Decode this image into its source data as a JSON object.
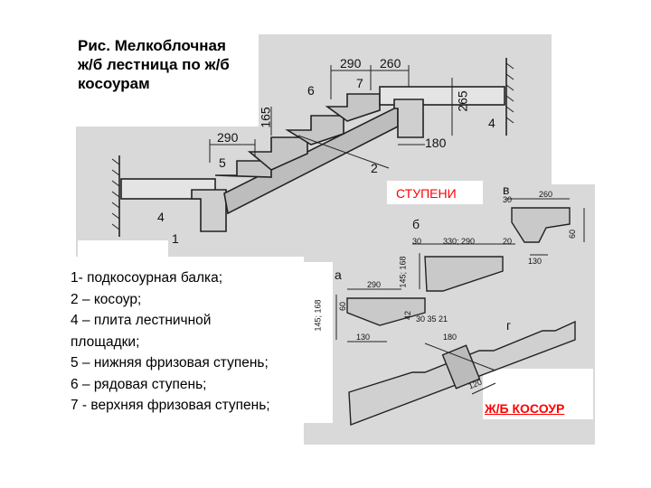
{
  "title": [
    "Рис. Мелкоблочная",
    "ж/б лестница по ж/б",
    "косоурам"
  ],
  "legend": [
    "1- подкосоурная балка;",
    "2 – косоур;",
    "4 – плита лестничной",
    "площадки;",
    "5 – нижняя фризовая ступень;",
    "6 – рядовая ступень;",
    "7 - верхняя фризовая ступень;"
  ],
  "captions": {
    "steps": "СТУПЕНИ",
    "stringer": "Ж/Б КОСОУР"
  },
  "main_drawing": {
    "dims": {
      "d290a": "290",
      "d260": "260",
      "d165": "165",
      "d265": "265",
      "d180": "180",
      "d290b": "290"
    },
    "marks": {
      "m1": "1",
      "m2": "2",
      "m4a": "4",
      "m4b": "4",
      "m5": "5",
      "m6": "6",
      "m7": "7"
    }
  },
  "detail_drawing": {
    "letters": {
      "a": "а",
      "b": "б",
      "v": "в",
      "g": "г"
    },
    "dims": {
      "v30": "30",
      "v260": "260",
      "v130": "130",
      "v60": "60",
      "b30": "30",
      "b330": "330; 290",
      "b20": "20",
      "b14516": "145; 168",
      "a290": "290",
      "a14516": "145; 168",
      "a60": "60",
      "a42": "42",
      "a303521": "30 35 21",
      "a130": "130",
      "g180": "180",
      "g120": "120"
    }
  },
  "colors": {
    "caption": "#ff0000",
    "panel": "#d9d9d9",
    "text": "#000000"
  }
}
